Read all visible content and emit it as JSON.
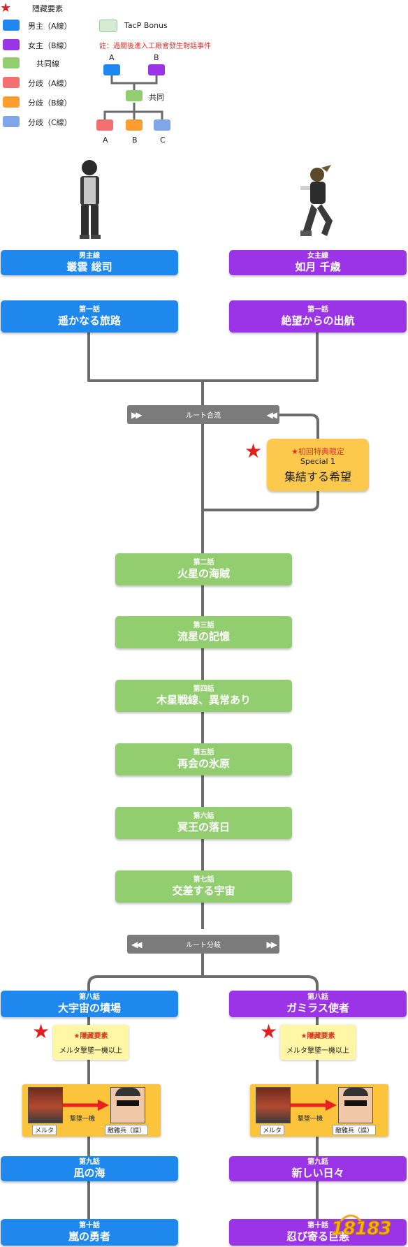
{
  "legend": {
    "hidden_label": "隱藏要素",
    "items": [
      {
        "label": "男主（A線）",
        "color": "#1e88ee"
      },
      {
        "label": "女主（B線）",
        "color": "#9b34e6"
      },
      {
        "label": "共同線",
        "color": "#92cd6f"
      },
      {
        "label": "分歧（A線）",
        "color": "#f27070"
      },
      {
        "label": "分歧（B線）",
        "color": "#fb9d2f"
      },
      {
        "label": "分歧（C線）",
        "color": "#7fa6e8"
      }
    ],
    "bonus_label": "TacP Bonus",
    "bonus_color": "#d5ecd4",
    "note": "註：過關後進入工廠會發生對話事件",
    "mini": {
      "a": "A",
      "b": "B",
      "common": "共同",
      "ca": "A",
      "cb": "B",
      "cc": "C"
    }
  },
  "leads": {
    "male": {
      "route": "男主線",
      "name": "叢雲 総司"
    },
    "female": {
      "route": "女主線",
      "name": "如月 千歳"
    }
  },
  "ep1": {
    "a": {
      "ep": "第一話",
      "title": "遥かなる旅路"
    },
    "b": {
      "ep": "第一話",
      "title": "絶望からの出航"
    }
  },
  "merge_bar": {
    "label": "ルート合流",
    "left": "▶▶",
    "right": "◀◀"
  },
  "special": {
    "head": "★初回特典限定",
    "sub": "Special 1",
    "title": "集結する希望"
  },
  "common_eps": [
    {
      "ep": "第二話",
      "title": "火星の海賊"
    },
    {
      "ep": "第三話",
      "title": "流星の記憶"
    },
    {
      "ep": "第四話",
      "title": "木星戦線、異常あり"
    },
    {
      "ep": "第五話",
      "title": "再会の氷原"
    },
    {
      "ep": "第六話",
      "title": "冥王の落日"
    },
    {
      "ep": "第七話",
      "title": "交差する宇宙"
    }
  ],
  "split_bar": {
    "label": "ルート分岐",
    "left": "◀◀",
    "right": "▶▶"
  },
  "ep8": {
    "a": {
      "ep": "第八話",
      "title": "大宇宙の墳場"
    },
    "b": {
      "ep": "第八話",
      "title": "ガミラス使者"
    }
  },
  "hidden_notes": {
    "a": {
      "head": "★隱藏要素",
      "body": "メルタ撃墜一機以上"
    },
    "b": {
      "head": "★隱藏要素",
      "body": "メルタ撃墜一機以上"
    }
  },
  "swaps": {
    "a": {
      "from": "メルタ",
      "action": "撃墜一機",
      "to": "敵雜兵（誤）"
    },
    "b": {
      "from": "メルタ",
      "action": "撃墜一機",
      "to": "敵雜兵（誤）"
    }
  },
  "ep9": {
    "a": {
      "ep": "第九話",
      "title": "凪の海"
    },
    "b": {
      "ep": "第九話",
      "title": "新しい日々"
    }
  },
  "ep10": {
    "a": {
      "ep": "第十話",
      "title": "嵐の勇者"
    },
    "b": {
      "ep": "第十話",
      "title": "忍び寄る巨悪"
    }
  },
  "watermark": "18183",
  "colors": {
    "line": "#6b6b6b",
    "star": "#e02020",
    "special_bg": "#fcc94d",
    "note_bg": "#fff7a6",
    "swap_bg": "#fcc43a",
    "arrow": "#e82020"
  }
}
